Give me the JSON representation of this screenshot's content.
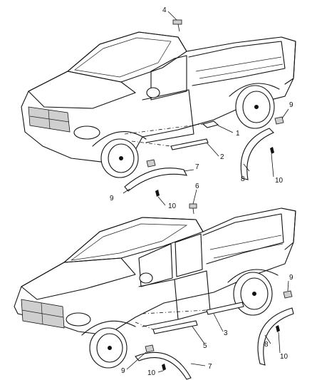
{
  "callouts": {
    "top_1": "1",
    "top_2": "2",
    "top_4": "4",
    "top_7": "7",
    "top_8": "8",
    "top_9_left": "9",
    "top_9_right": "9",
    "top_10_left": "10",
    "top_10_right": "10",
    "bottom_3": "3",
    "bottom_5": "5",
    "bottom_6": "6",
    "bottom_7": "7",
    "bottom_8": "8",
    "bottom_9_left": "9",
    "bottom_9_right": "9",
    "bottom_10_left": "10",
    "bottom_10_right": "10"
  },
  "colors": {
    "line": "#111111",
    "background": "#ffffff"
  }
}
